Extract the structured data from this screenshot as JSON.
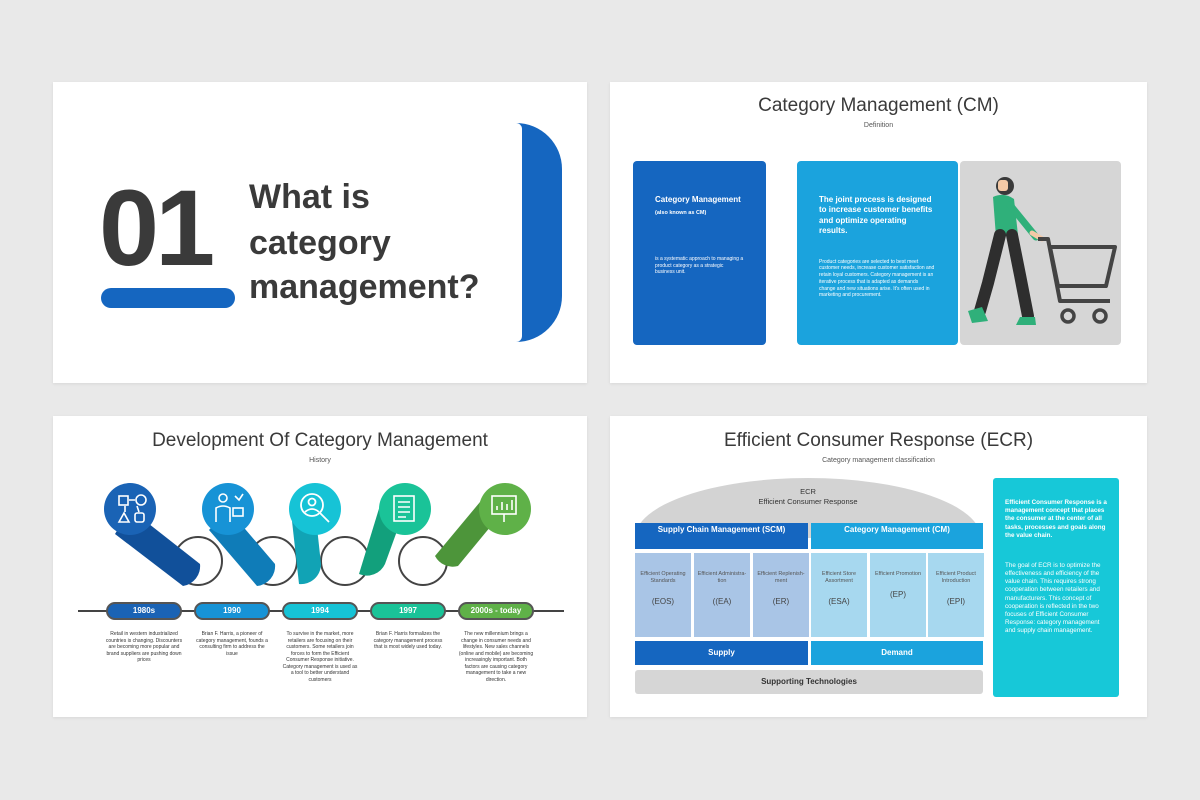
{
  "slide1": {
    "number": "01",
    "question_lines": [
      "What is",
      "category",
      "management?"
    ]
  },
  "slide2": {
    "title": "Category Management (CM)",
    "subtitle": "Definition",
    "box1": {
      "heading": "Category Management",
      "aka": "(also known as CM)",
      "body": "is a systematic approach to managing a product category as a strategic business unit."
    },
    "box2": {
      "heading": "The joint process is designed to increase customer benefits and optimize operating results.",
      "body": "Product categories are selected to best meet customer needs, increase customer satisfaction and retain loyal customers. Category management is an iterative process that is adapted as demands change and new situations arise. It's often used in marketing and procurement."
    },
    "illustration": "person-pushing-cart-icon"
  },
  "slide3": {
    "title": "Development Of Category Management",
    "subtitle": "History",
    "milestones": [
      {
        "year": "1980s",
        "color": "#1a63b5",
        "icon": "category-shapes-icon",
        "text": "Retail in western industrialized countries is changing. Discounters are becoming more popular and brand suppliers are pushing down prices"
      },
      {
        "year": "1990",
        "color": "#1793d6",
        "icon": "presenter-icon",
        "text": "Brian F. Harris, a pioneer of category management, founds a consulting firm to address the issue"
      },
      {
        "year": "1994",
        "color": "#16c3d6",
        "icon": "user-search-icon",
        "text": "To survive in the market, more retailers are focusing on their customers. Some retailers join forces to form the Efficient Consumer Response initiative. Category management is used as a tool to better understand customers"
      },
      {
        "year": "1997",
        "color": "#1ac398",
        "icon": "document-icon",
        "text": "Brian F. Harris formalizes the category management process that is most widely used today."
      },
      {
        "year": "2000s - today",
        "color": "#5fb148",
        "icon": "chart-board-icon",
        "text": "The new millennium brings a change in consumer needs and lifestyles. New sales channels (online and mobile) are becoming increasingly important. Both factors are causing category management to take a new direction."
      }
    ]
  },
  "slide4": {
    "title": "Efficient Consumer Response (ECR)",
    "subtitle": "Category management classification",
    "arch_line1": "ECR",
    "arch_line2": "Efficient Consumer Response",
    "scm_header": "Supply Chain Management (SCM)",
    "cm_header": "Category Management (CM)",
    "columns": [
      {
        "label": "Efficient Operating Standards",
        "abbr": "(EOS)"
      },
      {
        "label": "Efficient Administra-tion",
        "abbr": "((EA)"
      },
      {
        "label": "Efficient Replenish-ment",
        "abbr": "(ER)"
      },
      {
        "label": "Efficient Store Assortment",
        "abbr": "(ESA)"
      },
      {
        "label": "Efficient Promotion",
        "abbr": "(EP)"
      },
      {
        "label": "Efficient Product Introduction",
        "abbr": "(EPI)"
      }
    ],
    "supply": "Supply",
    "demand": "Demand",
    "supporting": "Supporting Technologies",
    "panel_head": "Efficient Consumer Response is a management concept that places the consumer at the center of all tasks, processes and goals along the value chain.",
    "panel_body": "The goal of ECR is to optimize the effectiveness and efficiency of the value chain. This requires strong cooperation between retailers and manufacturers. This concept of cooperation is reflected in the two focuses of Efficient Consumer Response: category management and supply chain management.",
    "colors": {
      "dark_blue": "#1566c0",
      "mid_blue": "#1ba3dd",
      "col_left": "#a9c5e6",
      "col_right": "#a7d8ef",
      "cyan": "#17c8d8",
      "grey": "#d6d6d6"
    }
  }
}
